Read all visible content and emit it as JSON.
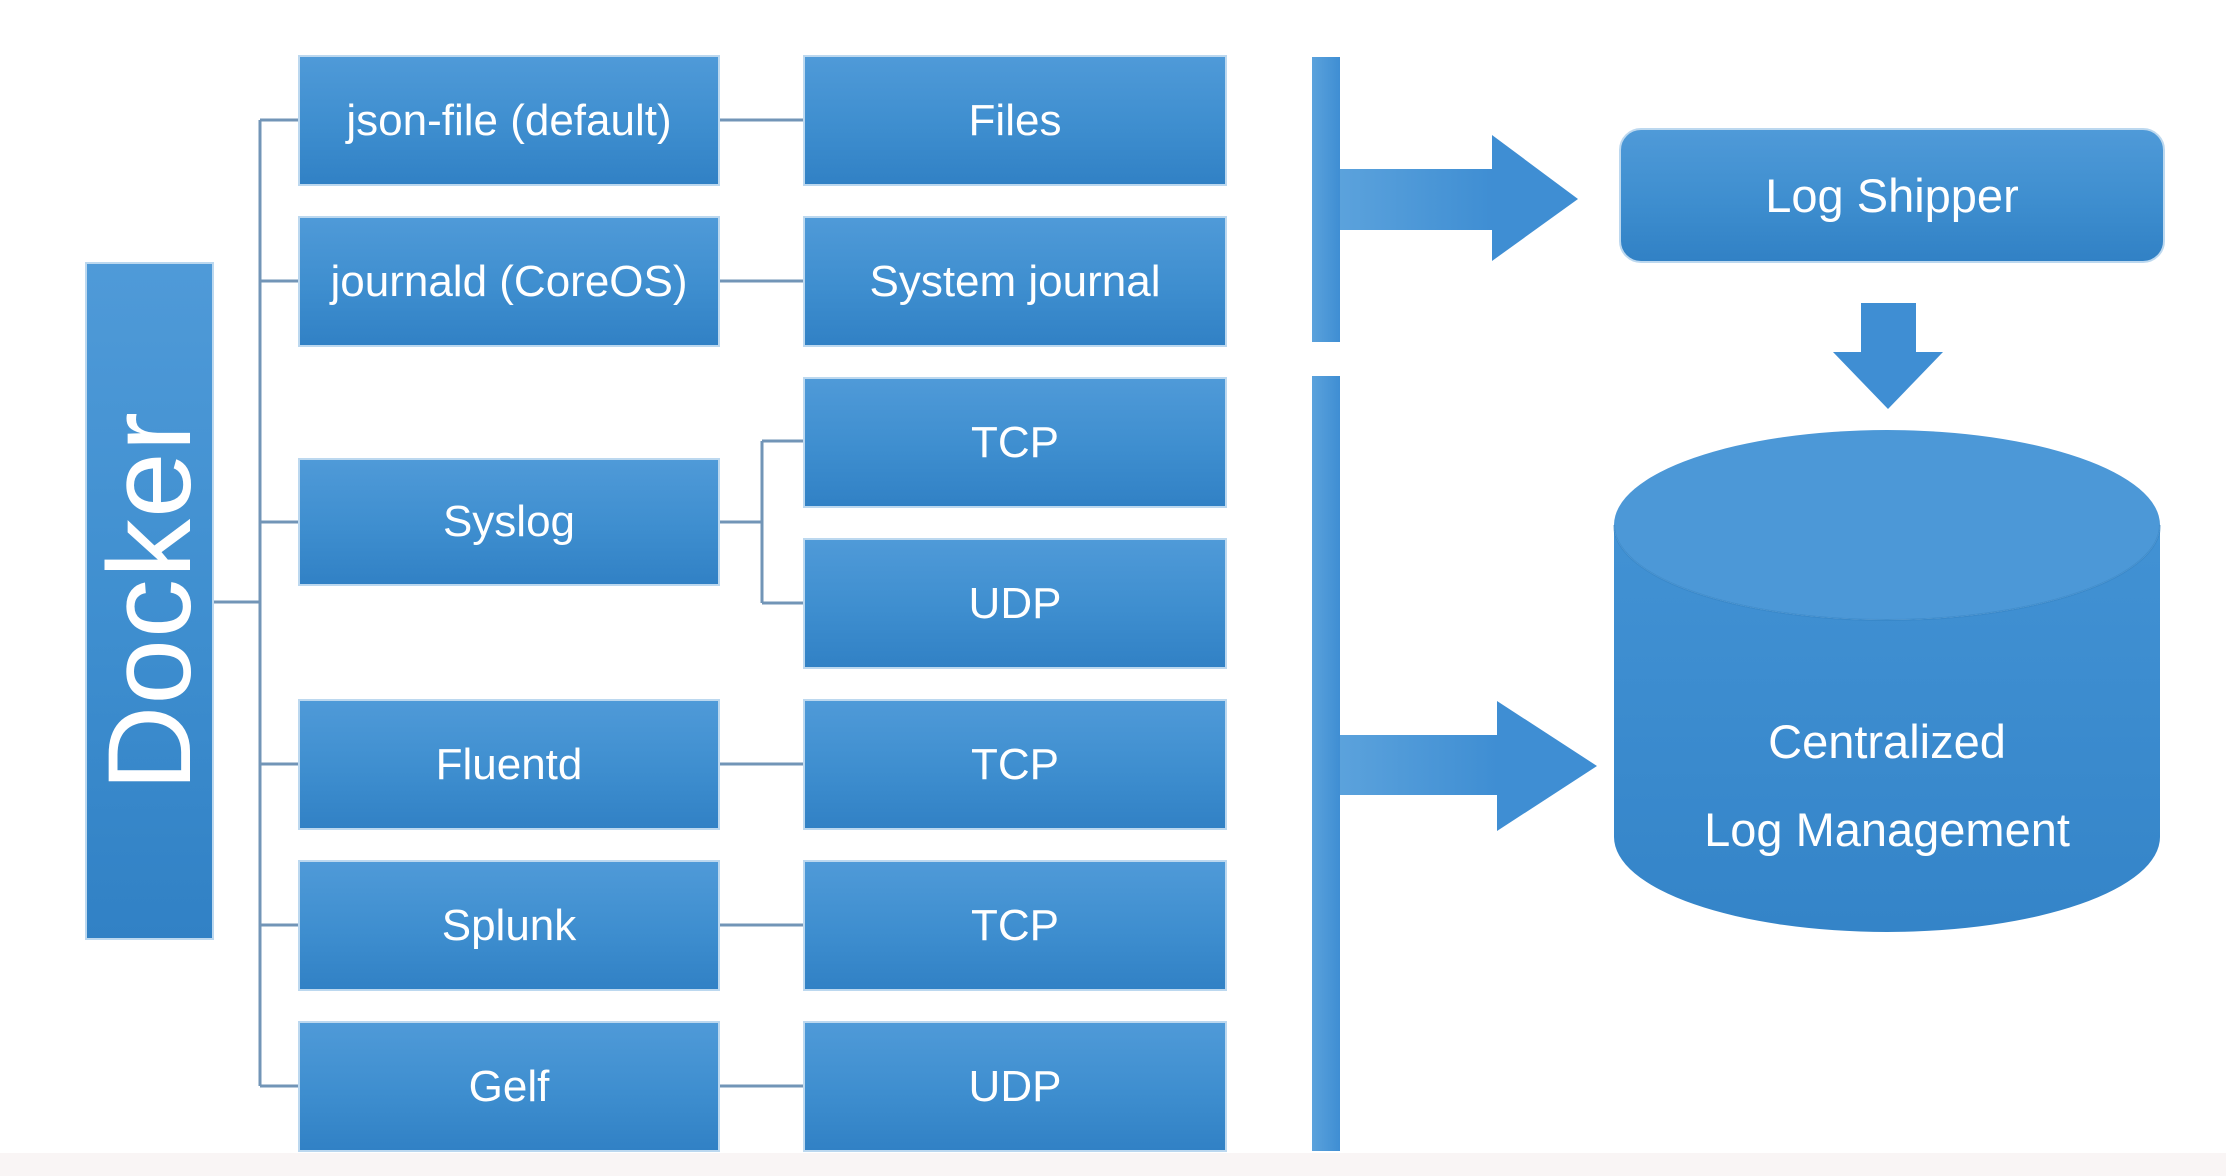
{
  "diagram": {
    "title_node": {
      "label": "Docker"
    },
    "drivers": [
      {
        "label": "json-file (default)",
        "endpoints": [
          "Files"
        ]
      },
      {
        "label": "journald (CoreOS)",
        "endpoints": [
          "System journal"
        ]
      },
      {
        "label": "Syslog",
        "endpoints": [
          "TCP",
          "UDP"
        ]
      },
      {
        "label": "Fluentd",
        "endpoints": [
          "TCP"
        ]
      },
      {
        "label": "Splunk",
        "endpoints": [
          "TCP"
        ]
      },
      {
        "label": "Gelf",
        "endpoints": [
          "UDP"
        ]
      }
    ],
    "shipper": {
      "label": "Log Shipper"
    },
    "storage": {
      "line1": "Centralized",
      "line2": "Log Management"
    },
    "colors": {
      "canvas_bg": "#ffffff",
      "box_top": "#4f9ad8",
      "box_mid": "#3e8ecf",
      "box_bottom": "#3181c5",
      "box_border": "#bcd8ef",
      "connector": "#7295b7",
      "arrow_main": "#3f8ed3",
      "arrow_light": "#5ba2dc",
      "cylinder_top": "#4c98d7",
      "cylinder_body": "#4292d4",
      "cylinder_body_dark": "#3484c8",
      "cylinder_rim": "#2f7ab9",
      "label_text": "#ffffff",
      "footer_strip": "#f9f5f5"
    }
  }
}
